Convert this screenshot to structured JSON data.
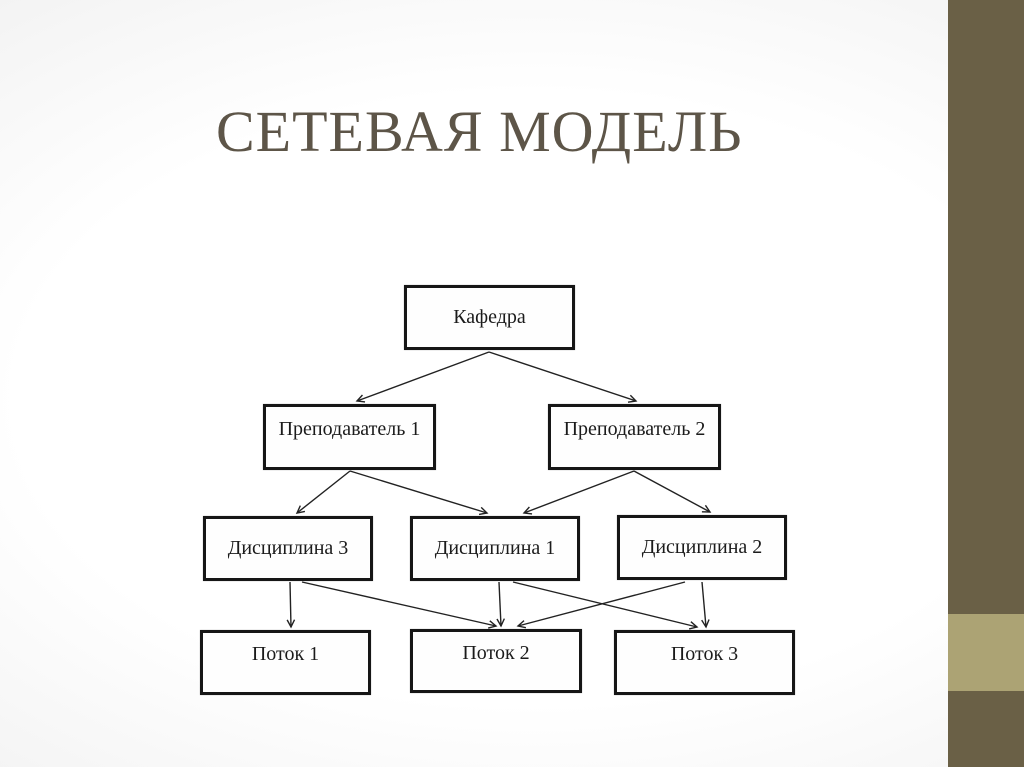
{
  "slide": {
    "title": "СЕТЕВАЯ МОДЕЛЬ"
  },
  "colors": {
    "title_text": "#5d5548",
    "sidebar_dark": "#6a6046",
    "sidebar_light": "#aca374",
    "box_border": "#161616",
    "box_fill": "#fefefe",
    "arrow": "#222222",
    "background_edge": "#e6e6e6",
    "background_center": "#ffffff"
  },
  "diagram": {
    "type": "network-model",
    "nodes": [
      {
        "id": "kafedra",
        "label": "Кафедра",
        "level": 1
      },
      {
        "id": "prep1",
        "label": "Преподаватель 1",
        "level": 2
      },
      {
        "id": "prep2",
        "label": "Преподаватель 2",
        "level": 2
      },
      {
        "id": "disc3",
        "label": "Дисциплина 3",
        "level": 3
      },
      {
        "id": "disc1",
        "label": "Дисциплина 1",
        "level": 3
      },
      {
        "id": "disc2",
        "label": "Дисциплина 2",
        "level": 3
      },
      {
        "id": "potok1",
        "label": "Поток 1",
        "level": 4
      },
      {
        "id": "potok2",
        "label": "Поток 2",
        "level": 4
      },
      {
        "id": "potok3",
        "label": "Поток 3",
        "level": 4
      }
    ],
    "edges": [
      {
        "from": "Кафедра",
        "to": "Преподаватель 1"
      },
      {
        "from": "Кафедра",
        "to": "Преподаватель 2"
      },
      {
        "from": "Преподаватель 1",
        "to": "Дисциплина 3"
      },
      {
        "from": "Преподаватель 1",
        "to": "Дисциплина 1"
      },
      {
        "from": "Преподаватель 2",
        "to": "Дисциплина 1"
      },
      {
        "from": "Преподаватель 2",
        "to": "Дисциплина 2"
      },
      {
        "from": "Дисциплина 3",
        "to": "Поток 1"
      },
      {
        "from": "Дисциплина 3",
        "to": "Поток 2"
      },
      {
        "from": "Дисциплина 1",
        "to": "Поток 2"
      },
      {
        "from": "Дисциплина 1",
        "to": "Поток 3"
      },
      {
        "from": "Дисциплина 2",
        "to": "Поток 2"
      },
      {
        "from": "Дисциплина 2",
        "to": "Поток 3"
      }
    ]
  }
}
